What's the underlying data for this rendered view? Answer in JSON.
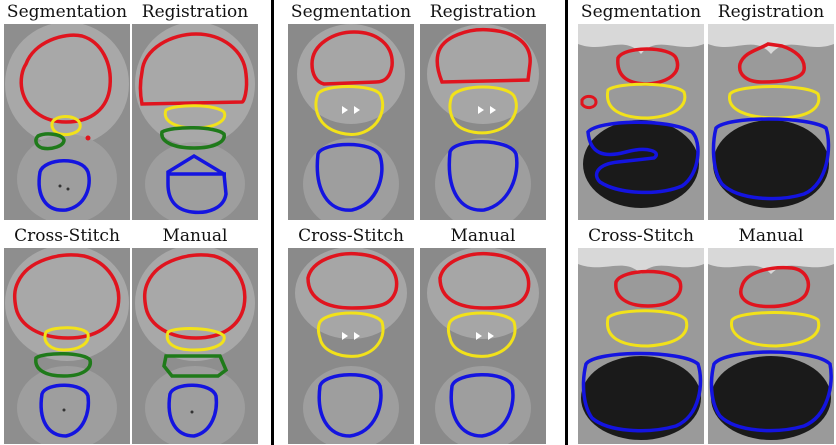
{
  "figure": {
    "groups": [
      {
        "id": "case-1",
        "panels": [
          {
            "label": "Segmentation"
          },
          {
            "label": "Registration"
          },
          {
            "label": "Cross-Stitch"
          },
          {
            "label": "Manual"
          }
        ]
      },
      {
        "id": "case-2",
        "panels": [
          {
            "label": "Segmentation"
          },
          {
            "label": "Registration"
          },
          {
            "label": "Cross-Stitch"
          },
          {
            "label": "Manual"
          }
        ]
      },
      {
        "id": "case-3",
        "panels": [
          {
            "label": "Segmentation"
          },
          {
            "label": "Registration"
          },
          {
            "label": "Cross-Stitch"
          },
          {
            "label": "Manual"
          }
        ]
      }
    ],
    "colors": {
      "red": "#e0141e",
      "yellow": "#f2e21a",
      "green": "#1f7a1a",
      "blue": "#1414e0"
    }
  }
}
